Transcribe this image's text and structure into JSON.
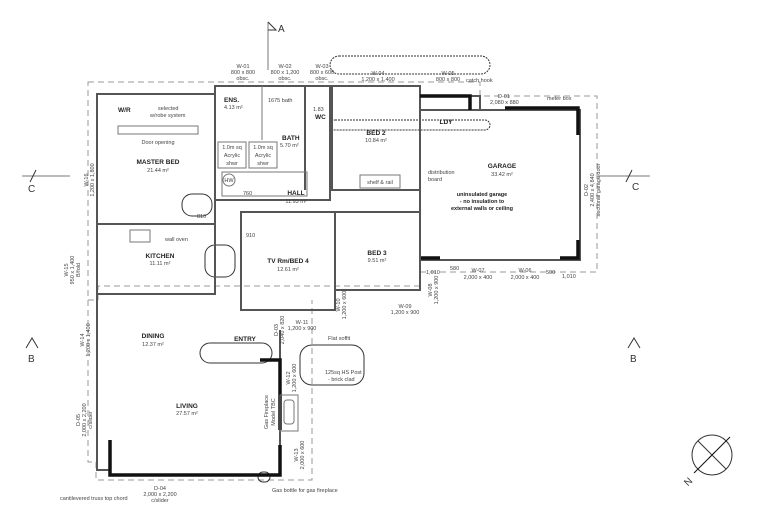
{
  "sections": {
    "a": "A",
    "b_left": "B",
    "b_right": "B",
    "c_left": "C",
    "c_right": "C"
  },
  "compass": {
    "north": "N"
  },
  "rooms": {
    "wr": "W/R",
    "wr_note1": "selected",
    "wr_note2": "w/robe system",
    "door_opening": "Door opening",
    "master_bed": "MASTER BED",
    "master_bed_area": "21.44 m²",
    "ens": "ENS.",
    "ens_area": "4.13 m²",
    "bath_note": "1675 bath",
    "bath": "BATH",
    "bath_area": "5.70 m²",
    "shower1": [
      "1.0m sq",
      "Acrylic",
      "shwr"
    ],
    "shower2": [
      "1.0m sq",
      "Acrylic",
      "shwr"
    ],
    "hw": "HW",
    "wc": "WC",
    "wc_area": "1.83",
    "bed2": "BED 2",
    "bed2_area": "10.84 m²",
    "ldy": "LDY",
    "hall": "HALL",
    "hall_area": "11.93 m²",
    "distribution_board": [
      "distribution",
      "board"
    ],
    "garage": "GARAGE",
    "garage_area": "33.42 m²",
    "garage_note": [
      "uninsulated garage",
      "- no insulation to",
      "external walls or ceiling"
    ],
    "kitchen": "KITCHEN",
    "kitchen_area": "11.11 m²",
    "tv_room": "TV Rm/BED 4",
    "tv_room_area": "12.61 m²",
    "bed3": "BED 3",
    "bed3_area": "9.51 m²",
    "dining": "DINING",
    "dining_area": "12.37 m²",
    "entry": "ENTRY",
    "living": "LIVING",
    "living_area": "27.57 m²",
    "shelf_rail": "shelf & rail",
    "fireplace": [
      "Gas Fireplace",
      "Model TBC"
    ],
    "wall_oven": "wall oven"
  },
  "openings": {
    "w01": [
      "W-01",
      "800 x 800",
      "obsc."
    ],
    "w02": [
      "W-02",
      "800 x 1,200",
      "obsc."
    ],
    "w03": [
      "W-03",
      "800 x 600",
      "obsc."
    ],
    "w04": [
      "W-04",
      "1,200 x 1,400"
    ],
    "w05": [
      "W-05",
      "800 x 800"
    ],
    "catch_hook": "catch hook",
    "d01": [
      "D-01",
      "2,080 x 880"
    ],
    "meter_box": "meter box",
    "d02": [
      "D-02",
      "2,400 x 4,840",
      "sectional garage door"
    ],
    "w07": [
      "W-07",
      "2,000 x 400"
    ],
    "w06": [
      "W-06",
      "2,000 x 400"
    ],
    "w08": [
      "W-08",
      "1,200 x 900"
    ],
    "w09": [
      "W-09",
      "1,200 x 900"
    ],
    "w10": [
      "W-10",
      "1,200 x 600"
    ],
    "w11": [
      "W-11",
      "1,200 x 900"
    ],
    "w12": [
      "W-12",
      "1,200 x 600"
    ],
    "w13": [
      "W-13",
      "2,000 x 600"
    ],
    "w14": [
      "W-14",
      "1,200 x 1,400"
    ],
    "w15": [
      "W-15",
      "950 x 1,400",
      "B/fold"
    ],
    "w16": [
      "W-16",
      "1,200 x 1,800"
    ],
    "d03": [
      "D-03",
      "2,040 x 820"
    ],
    "d04": [
      "D-04",
      "2,000 x 2,200",
      "c/slider"
    ],
    "d05": [
      "D-05",
      "2,000 x 2,200",
      "c/slider"
    ]
  },
  "dims": {
    "d1010a": "1,010",
    "d580": "580",
    "d500": "500",
    "d1010b": "1,010",
    "d810": "810",
    "d760": "760",
    "d910": "910"
  },
  "notes": {
    "flat_soffit": "Flat soffit",
    "post": [
      "125sq HS Post",
      "- brick clad"
    ],
    "gas_bottle": "Gas bottle for gas fireplace",
    "cantilever": "cantilevered truss top chord"
  }
}
